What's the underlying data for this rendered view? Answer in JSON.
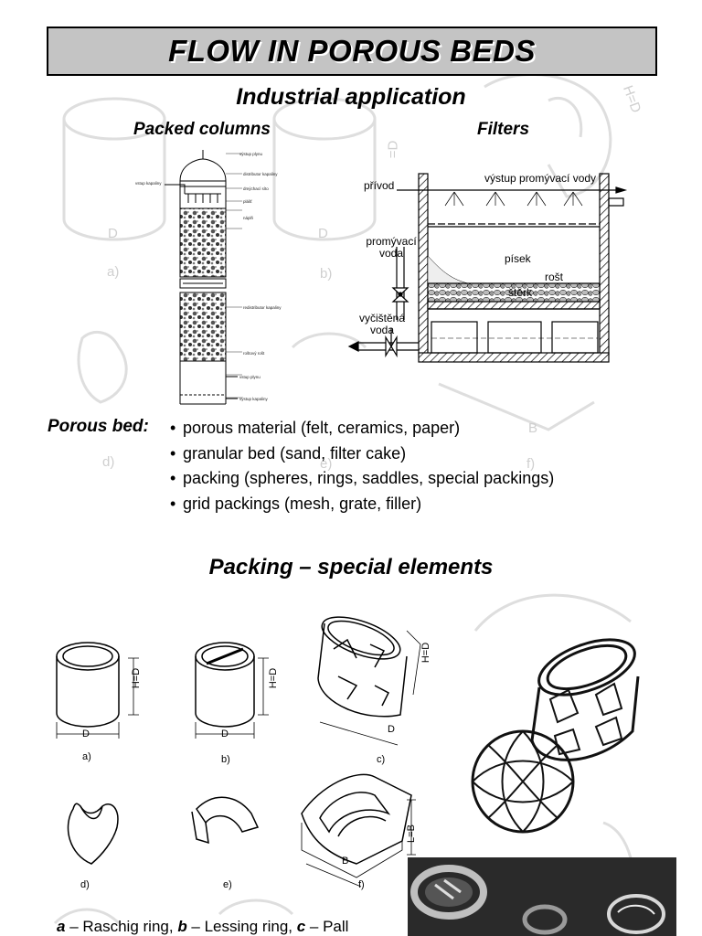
{
  "title": "FLOW IN POROUS BEDS",
  "industrial_heading": "Industrial application",
  "packed_columns_heading": "Packed columns",
  "filters_heading": "Filters",
  "column_labels": [
    "výstup plynu",
    "distributor kapaliny",
    "vstup kapaliny",
    "dmýchací síto",
    "plášť",
    "náplň",
    "redistributor kapaliny",
    "roštový rošt",
    "vstup plynu",
    "výstup kapaliny"
  ],
  "filter_labels": {
    "inlet": "přívod",
    "wash_outlet": "výstup promývací vody",
    "wash_water": "promývací voda",
    "sand": "písek",
    "grate": "rošt",
    "gravel": "štěrk",
    "clean_water": "vyčištěná voda"
  },
  "porous_bed_label": "Porous bed:",
  "porous_bed_items": [
    "porous material (felt, ceramics, paper)",
    "granular bed (sand, filter cake)",
    "packing (spheres, rings, saddles, special packings)",
    "grid packings (mesh, grate, filler)"
  ],
  "bullet_symbol": "•",
  "packing_heading": "Packing – special elements",
  "figure_letters": [
    "a)",
    "b)",
    "c)",
    "d)",
    "e)",
    "f)"
  ],
  "dimension_labels": {
    "hd": "H=D",
    "d": "D",
    "lb": "L=B",
    "b": "B"
  },
  "ghost_labels": [
    "a)",
    "b)",
    "d)",
    "e)",
    "f)",
    "D",
    "D",
    "H=D",
    "=D",
    "B"
  ],
  "caption": {
    "a_key": "a",
    "a_name": " – Raschig ring, ",
    "b_key": "b",
    "b_name": " – Lessing ring, ",
    "c_key": "c",
    "c_name": " – Pall"
  }
}
